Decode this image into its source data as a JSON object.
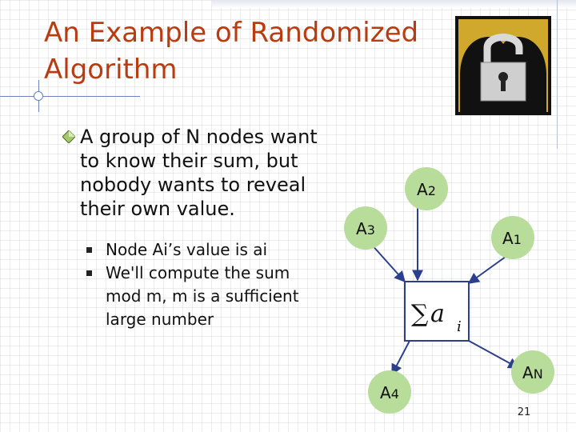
{
  "slide": {
    "title": "An Example of Randomized Algorithm",
    "bullet": "A group of N nodes want to know their sum, but nobody wants to reveal their own value.",
    "subbullets": [
      "Node Ai’s value is ai",
      "We'll compute the sum mod m, m is a sufficient large number"
    ],
    "page_number": "21"
  },
  "diagram": {
    "nodes": [
      "A2",
      "A3",
      "A1",
      "AN",
      "A4"
    ],
    "center_formula": "∑ ai",
    "colors": {
      "node_fill": "#b8dc9a",
      "edge": "#2b3f8c",
      "title": "#b83c10"
    }
  },
  "logo": {
    "icon": "lock-heads-icon"
  }
}
